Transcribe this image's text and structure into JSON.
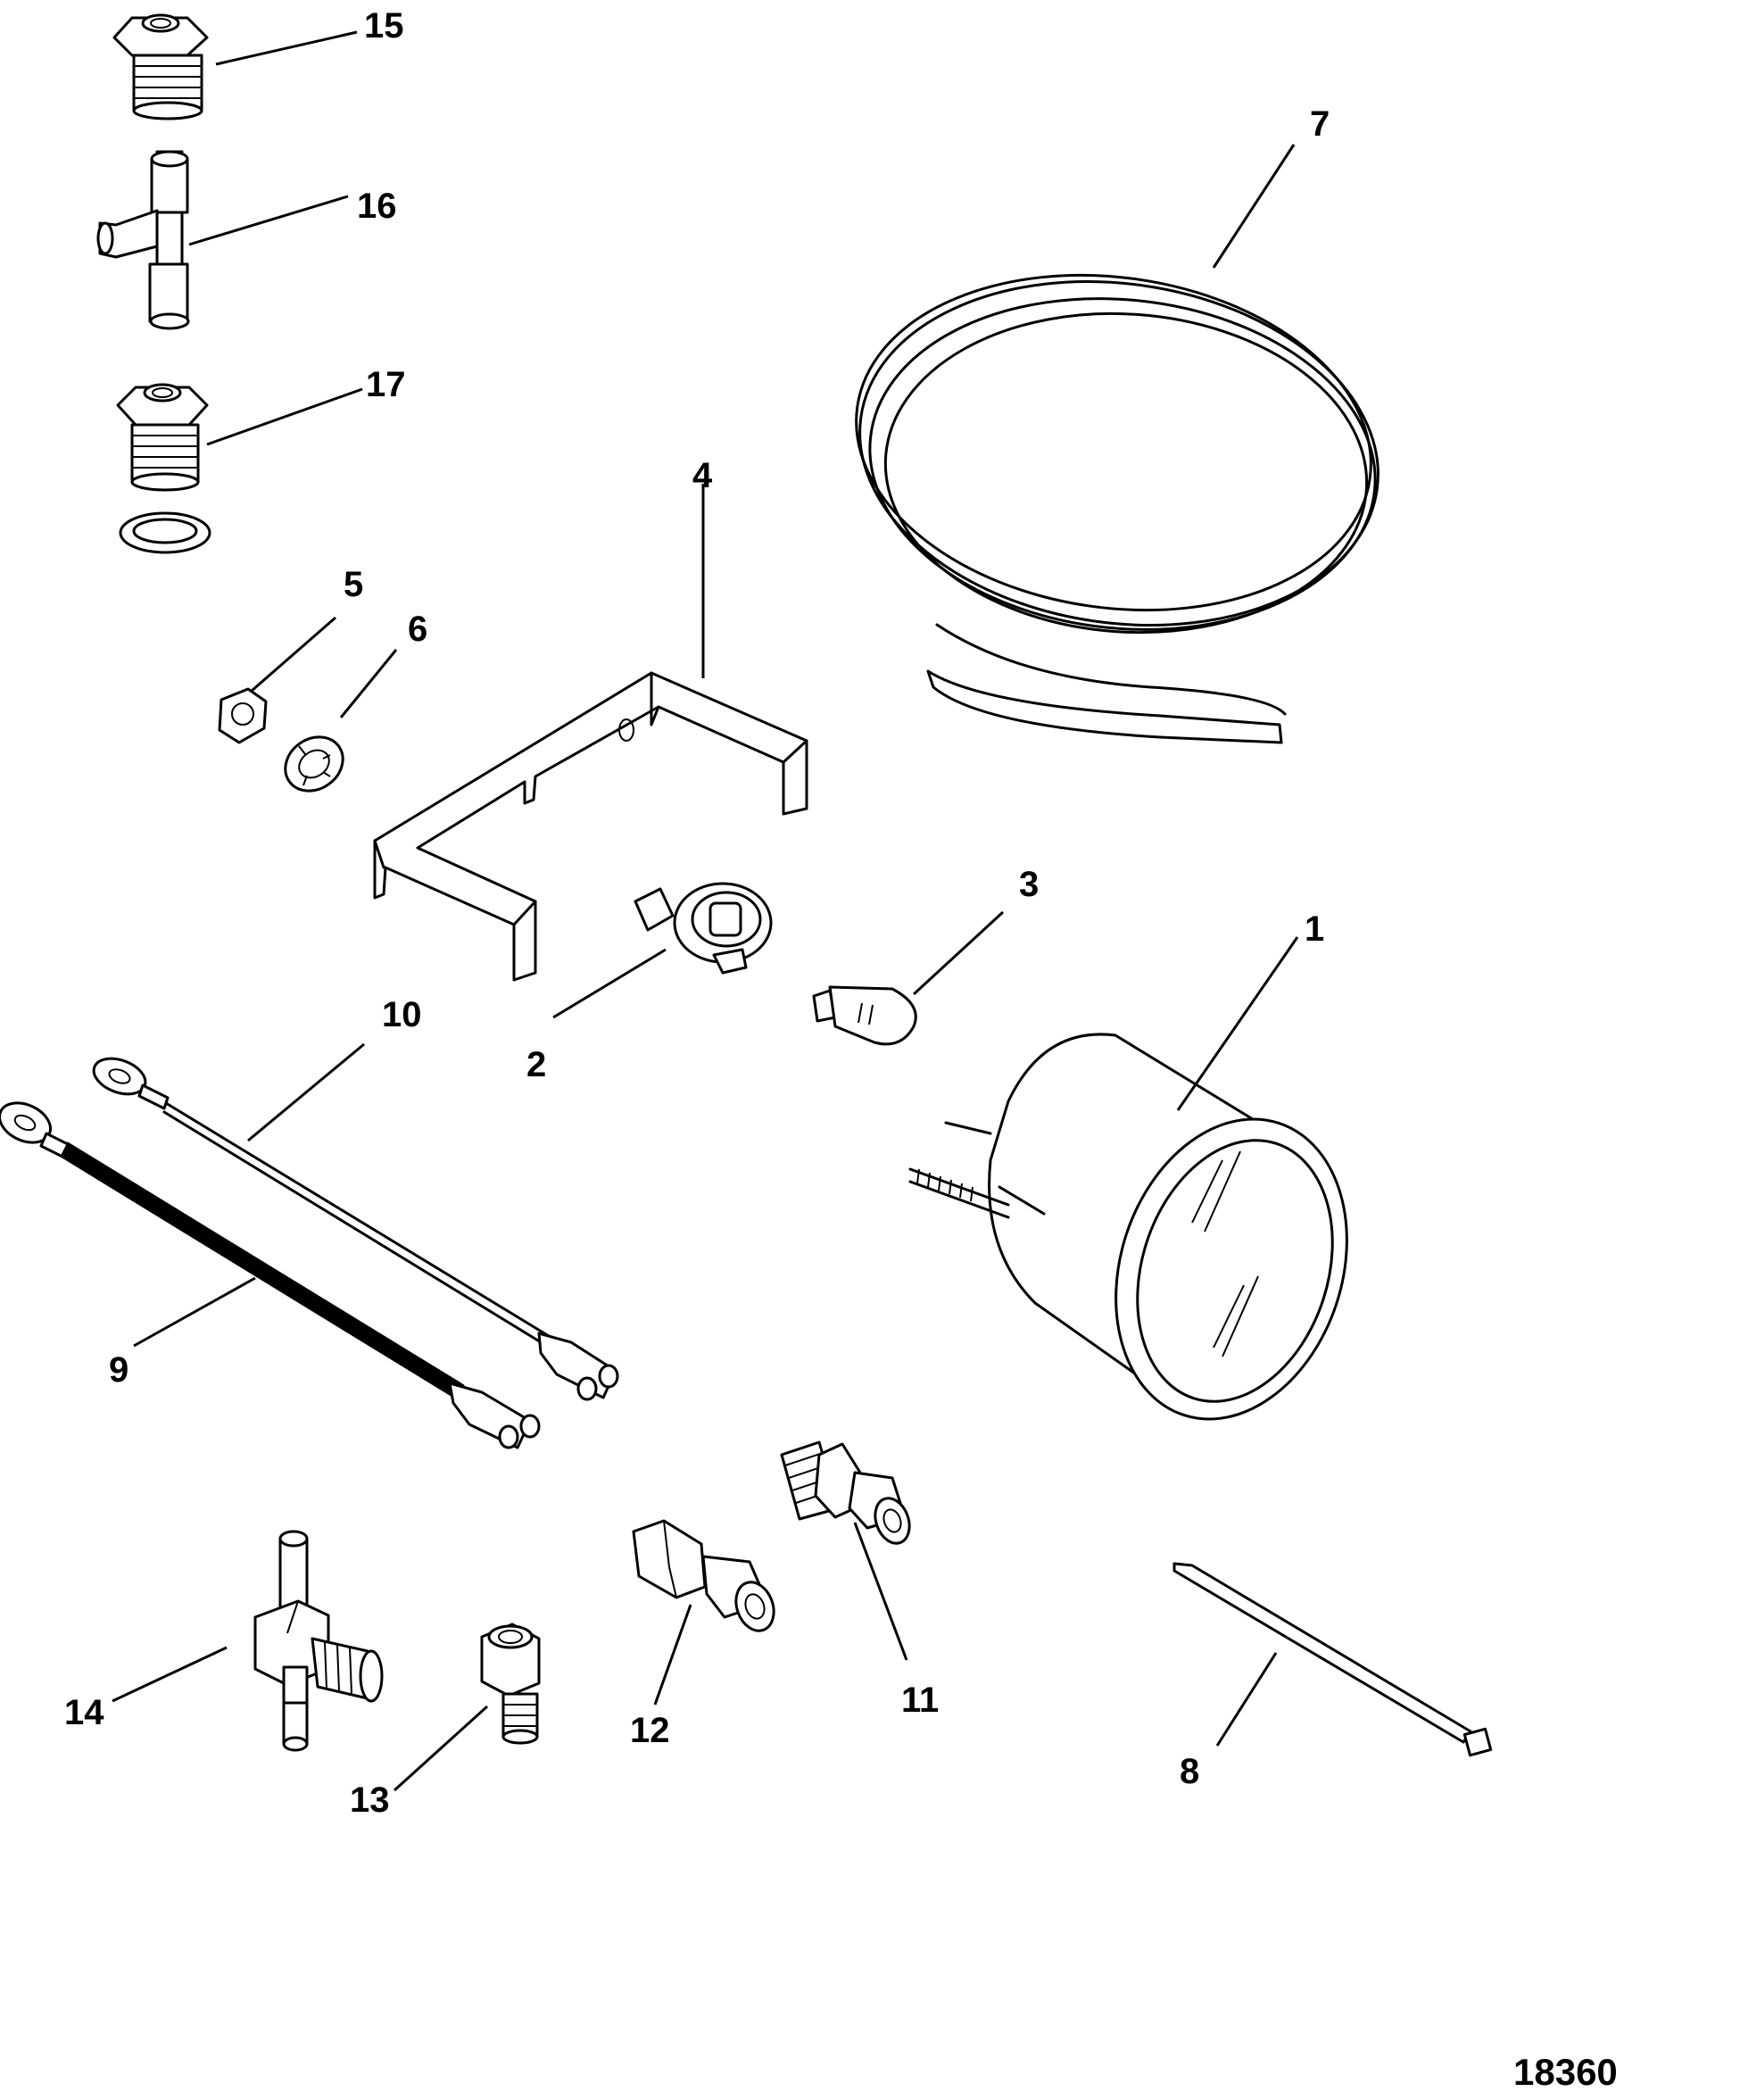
{
  "callouts": [
    "1",
    "2",
    "3",
    "4",
    "5",
    "6",
    "7",
    "8",
    "9",
    "10",
    "11",
    "12",
    "13",
    "14",
    "15",
    "16",
    "17"
  ],
  "drawing_number": "18360"
}
